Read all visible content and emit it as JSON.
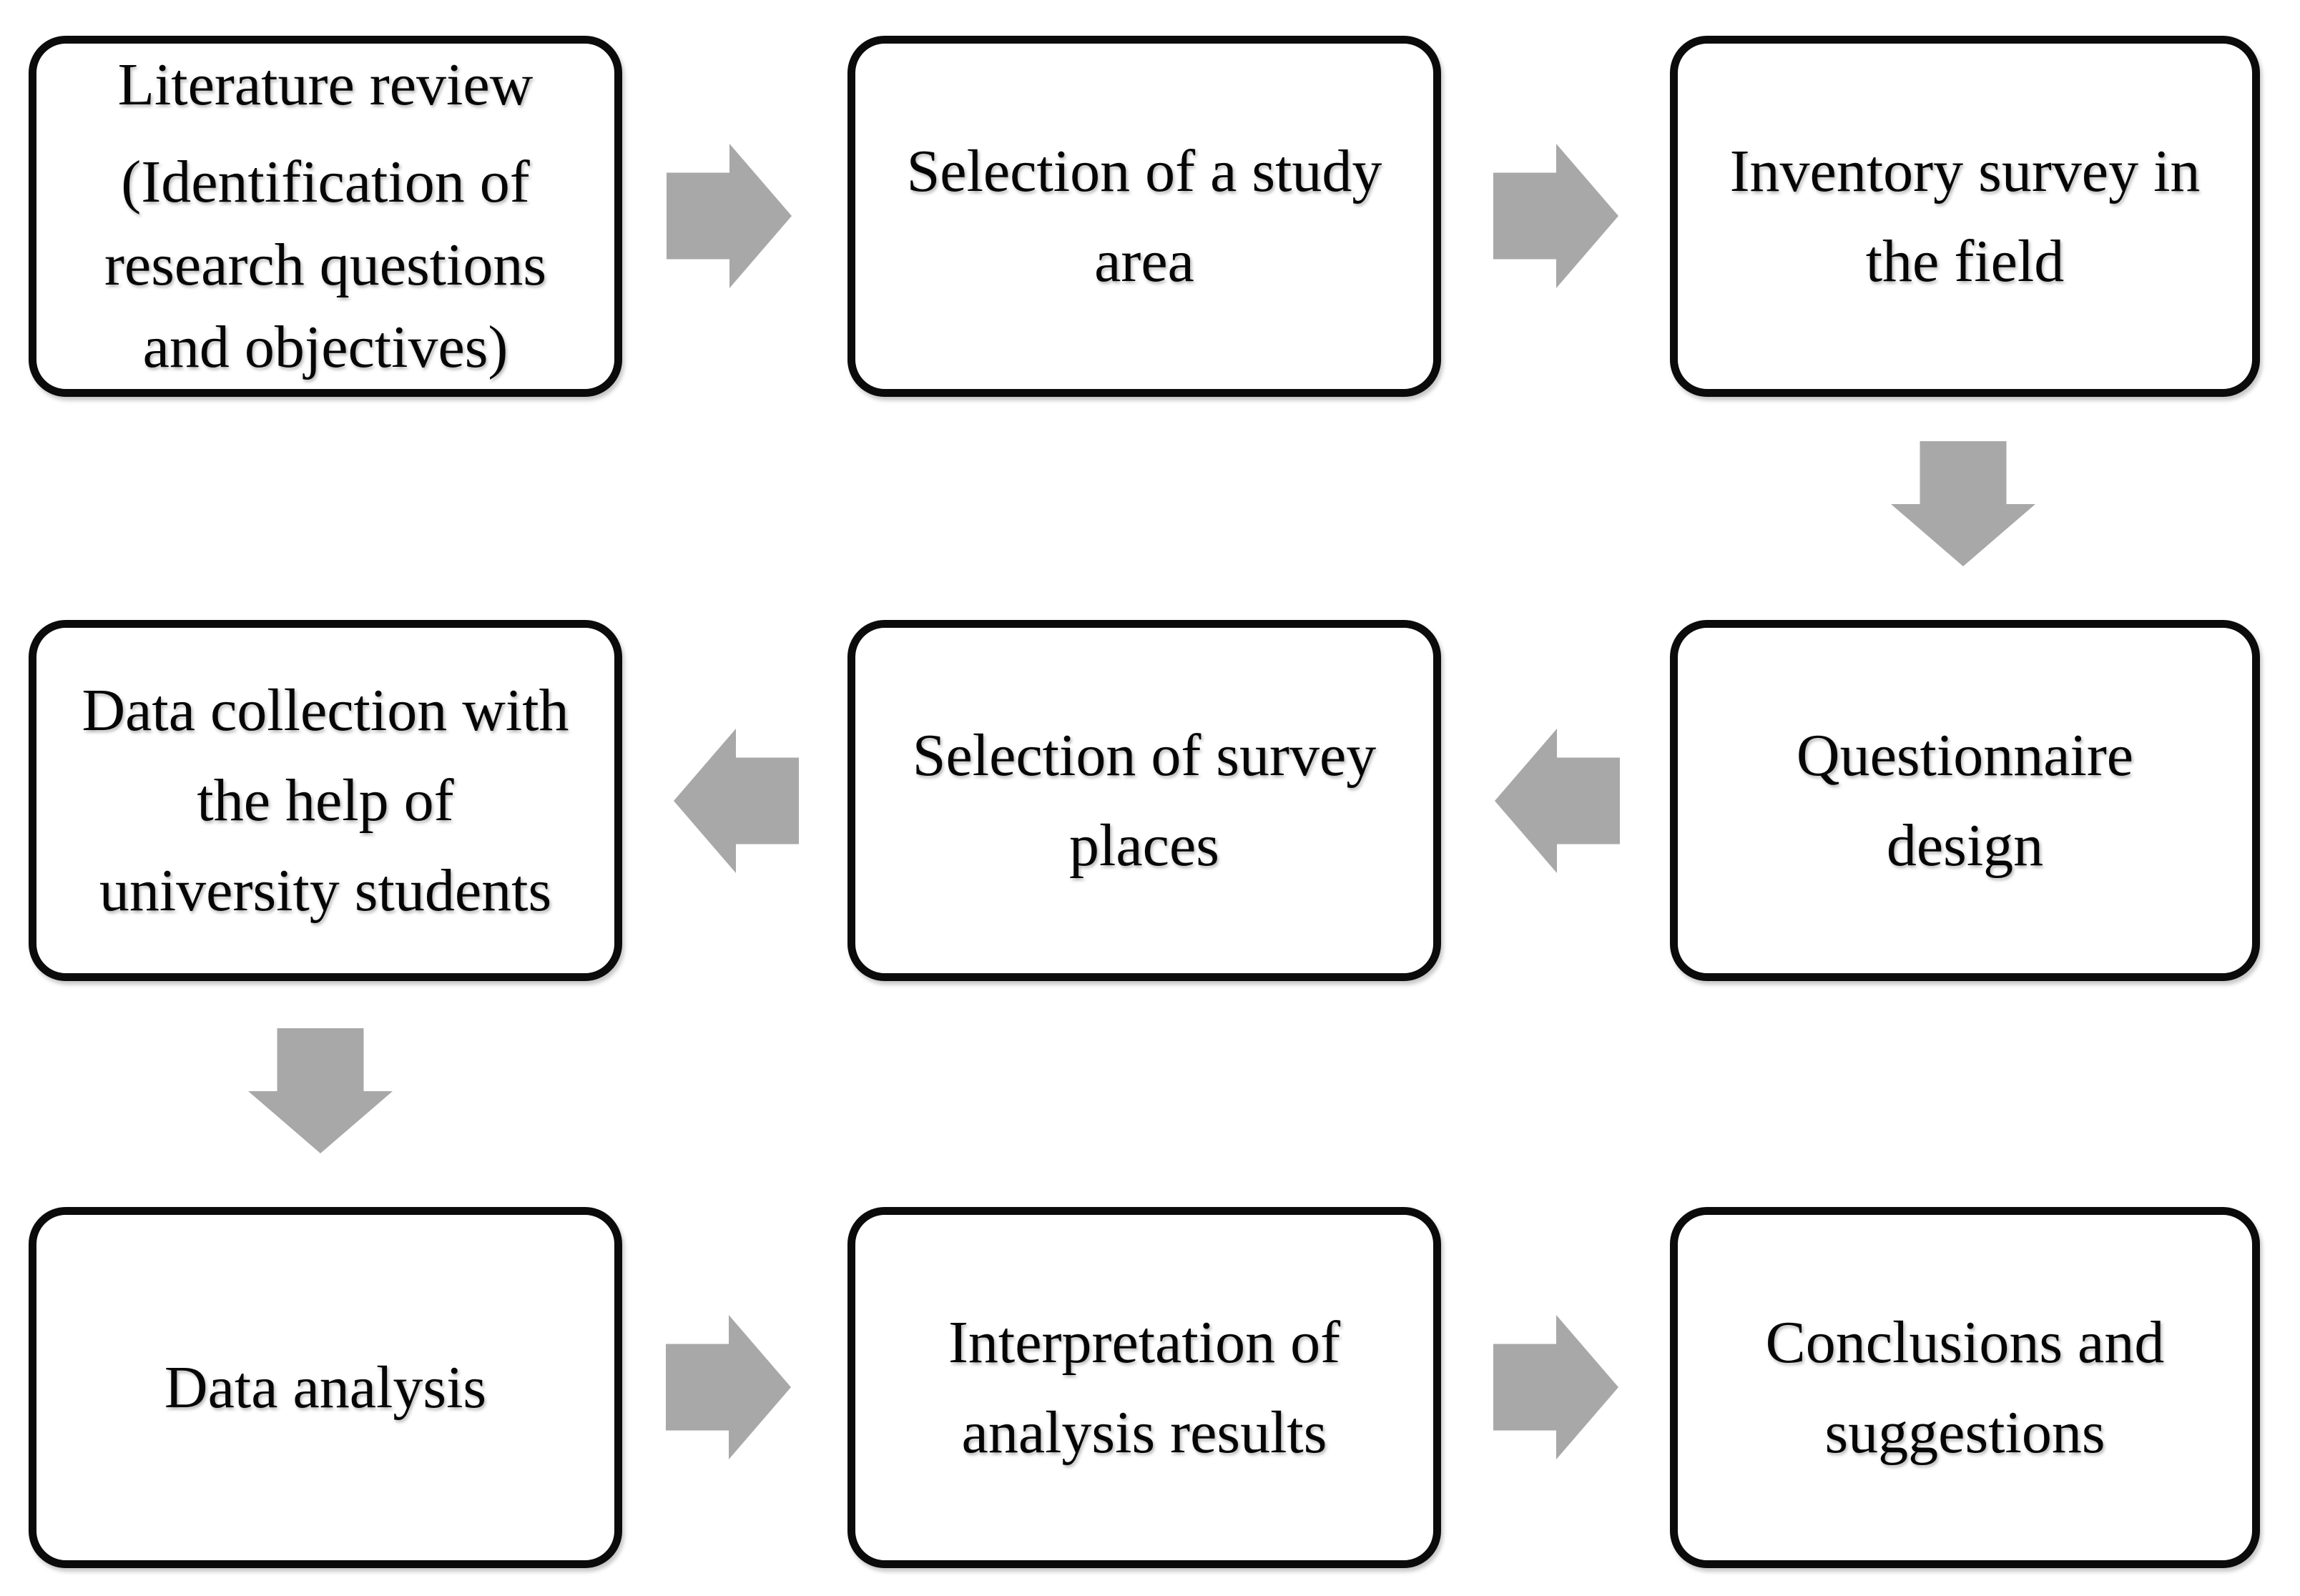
{
  "flowchart": {
    "colors": {
      "background": "#ffffff",
      "box_border": "#0b0b0b",
      "text": "#060606",
      "arrow_fill": "#a8a8a8"
    },
    "steps": [
      {
        "id": "literature-review",
        "lines": [
          "Literature review"
        ],
        "sublines": [
          "(Identification of",
          "research questions",
          "and objectives)"
        ]
      },
      {
        "id": "study-area-selection",
        "lines": [
          "Selection of a study",
          "area"
        ]
      },
      {
        "id": "inventory-survey",
        "lines": [
          "Inventory survey in",
          "the field"
        ]
      },
      {
        "id": "questionnaire-design",
        "lines": [
          "Questionnaire",
          "design"
        ]
      },
      {
        "id": "survey-place-selection",
        "lines": [
          "Selection of survey",
          "places"
        ]
      },
      {
        "id": "data-collection",
        "lines": [
          "Data collection with",
          "the help of",
          "university students"
        ]
      },
      {
        "id": "data-analysis",
        "lines": [
          "Data analysis"
        ]
      },
      {
        "id": "interpretation",
        "lines": [
          "Interpretation of",
          "analysis results"
        ]
      },
      {
        "id": "conclusions",
        "lines": [
          "Conclusions and",
          "suggestions"
        ]
      }
    ],
    "arrows": [
      {
        "id": "arrow-1",
        "direction": "right",
        "from": "literature-review",
        "to": "study-area-selection"
      },
      {
        "id": "arrow-2",
        "direction": "right",
        "from": "study-area-selection",
        "to": "inventory-survey"
      },
      {
        "id": "arrow-3",
        "direction": "down",
        "from": "inventory-survey",
        "to": "questionnaire-design"
      },
      {
        "id": "arrow-4",
        "direction": "left",
        "from": "questionnaire-design",
        "to": "survey-place-selection"
      },
      {
        "id": "arrow-5",
        "direction": "left",
        "from": "survey-place-selection",
        "to": "data-collection"
      },
      {
        "id": "arrow-6",
        "direction": "down",
        "from": "data-collection",
        "to": "data-analysis"
      },
      {
        "id": "arrow-7",
        "direction": "right",
        "from": "data-analysis",
        "to": "interpretation"
      },
      {
        "id": "arrow-8",
        "direction": "right",
        "from": "interpretation",
        "to": "conclusions"
      }
    ]
  }
}
